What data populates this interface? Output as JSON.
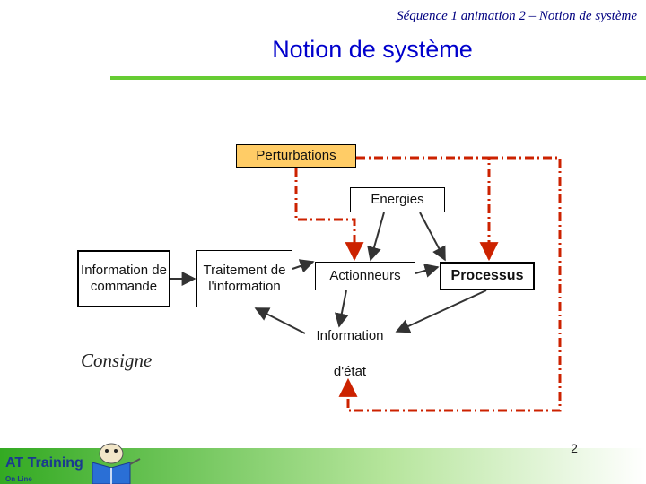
{
  "header": {
    "subtitle": "Séquence 1 animation 2 – Notion de système",
    "title": "Notion de système"
  },
  "diagram": {
    "perturbations": "Perturbations",
    "energies": "Energies",
    "information_commande": "Information de commande",
    "traitement": "Traitement de l'information",
    "actionneurs": "Actionneurs",
    "processus": "Processus",
    "information_etat_line1": "Information",
    "information_etat_line2": "d'état",
    "consigne": "Consigne"
  },
  "footer": {
    "page_number": "2",
    "logo_text": "AT Training",
    "logo_sub": "On Line"
  },
  "colors": {
    "title": "#0000cc",
    "subtitle": "#000080",
    "perturbation_box": "#ffcc66",
    "feedback_dashes": "#cc2200",
    "accent_line": "#66cc33"
  }
}
